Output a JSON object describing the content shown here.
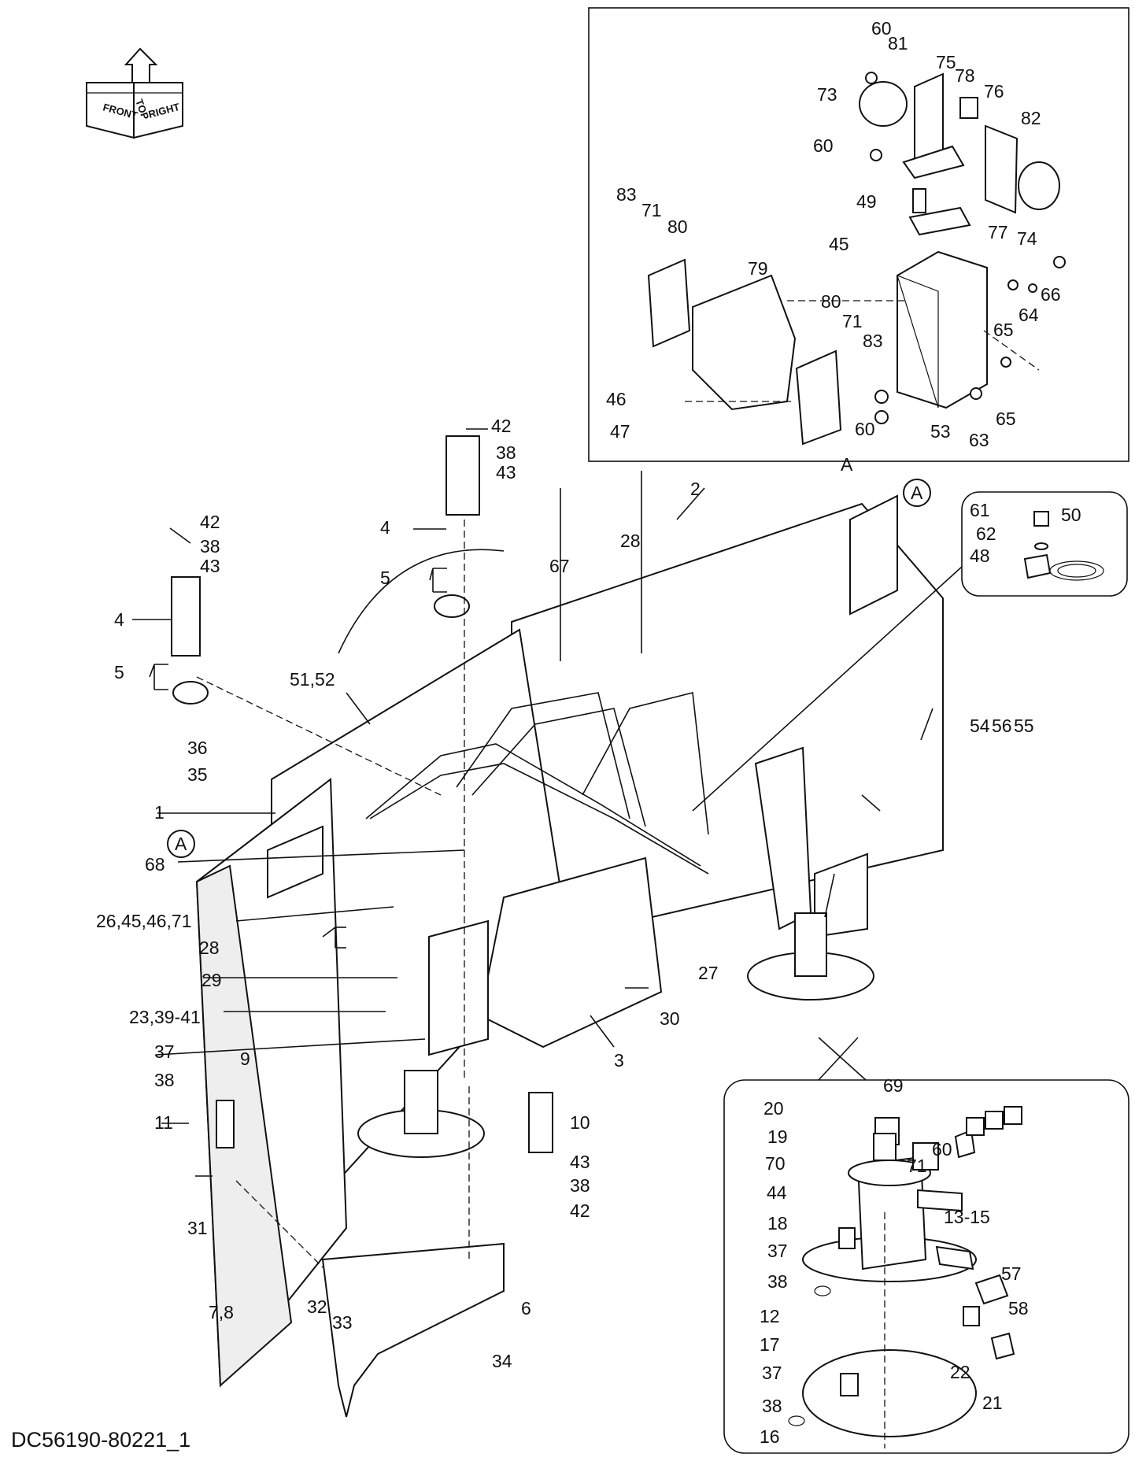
{
  "drawing_code": "DC56190-80221_1",
  "orientation_cube": {
    "front": "FRONT",
    "top": "TOP",
    "right": "RIGHT"
  },
  "detail_a": {
    "label": "A",
    "callout_marker": "A"
  },
  "callouts": {
    "c60a": "60",
    "c81": "81",
    "c75": "75",
    "c78": "78",
    "c76": "76",
    "c73": "73",
    "c82": "82",
    "c60b": "60",
    "c83a": "83",
    "c71a": "71",
    "c80a": "80",
    "c49": "49",
    "c77": "77",
    "c45a": "45",
    "c79": "79",
    "c66": "66",
    "c64": "64",
    "c65a": "65",
    "c80b": "80",
    "c71b": "71",
    "c83b": "83",
    "c74": "74",
    "c46a": "46",
    "c47": "47",
    "c60c": "60",
    "c53": "53",
    "c63": "63",
    "c65b": "65",
    "c42a": "42",
    "c38a": "38",
    "c43a": "43",
    "c4a": "4",
    "c5a": "5",
    "c2": "2",
    "c28a": "28",
    "c67": "67",
    "c42b": "42",
    "c38b": "38",
    "c43b": "43",
    "c4b": "4",
    "c5b": "5",
    "c5152": "51,52",
    "c36": "36",
    "c35": "35",
    "c1": "1",
    "c68": "68",
    "c26": "26,45,46,71",
    "c28b": "28",
    "c29": "29",
    "c23": "23,39-41",
    "c37a": "37",
    "c9": "9",
    "c38c": "38",
    "c11": "11",
    "c31": "31",
    "c78b": "7,8",
    "c32": "32",
    "c33": "33",
    "c6": "6",
    "c34": "34",
    "c10": "10",
    "c43c": "43",
    "c38d": "38",
    "c42c": "42",
    "c30": "30",
    "c3": "3",
    "c27": "27",
    "c61": "61",
    "c50": "50",
    "c62": "62",
    "c48": "48",
    "c54": "54",
    "c56": "56",
    "c55": "55",
    "c20": "20",
    "c69": "69",
    "c19": "19",
    "c60d": "60",
    "c70": "70",
    "c71c": "71",
    "c44": "44",
    "c18": "18",
    "c1315": "13-15",
    "c37b": "37",
    "c57": "57",
    "c38e": "38",
    "c12": "12",
    "c58": "58",
    "c17": "17",
    "c37c": "37",
    "c22": "22",
    "c21": "21",
    "c38f": "38",
    "c16": "16"
  }
}
